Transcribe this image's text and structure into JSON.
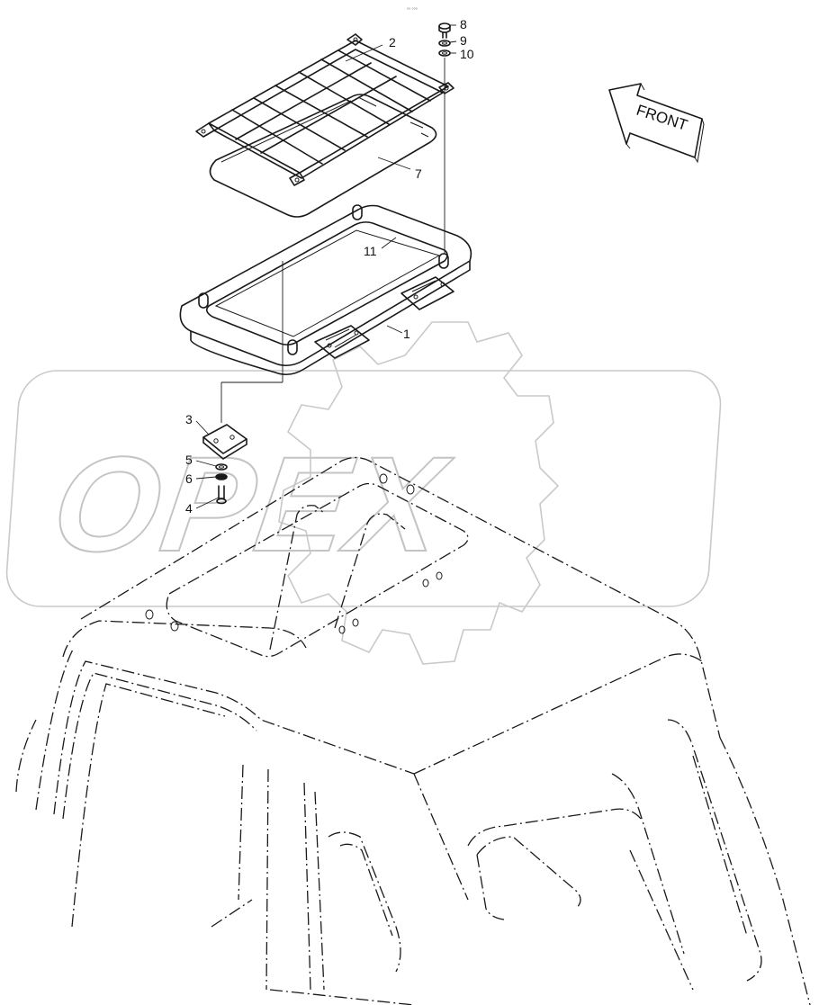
{
  "watermark": {
    "text": "OPEX",
    "color": "#c4c4c4"
  },
  "direction_label": "FRONT",
  "corner_mark": "₀₀ ₀₀₀",
  "callouts": [
    {
      "id": "1",
      "label": "1"
    },
    {
      "id": "2",
      "label": "2"
    },
    {
      "id": "3",
      "label": "3"
    },
    {
      "id": "4",
      "label": "4"
    },
    {
      "id": "5",
      "label": "5"
    },
    {
      "id": "6",
      "label": "6"
    },
    {
      "id": "7",
      "label": "7"
    },
    {
      "id": "8",
      "label": "8"
    },
    {
      "id": "9",
      "label": "9"
    },
    {
      "id": "10",
      "label": "10"
    },
    {
      "id": "11",
      "label": "11"
    }
  ],
  "colors": {
    "line": "#1a1a1a",
    "background": "#ffffff",
    "watermark": "#c4c4c4"
  }
}
